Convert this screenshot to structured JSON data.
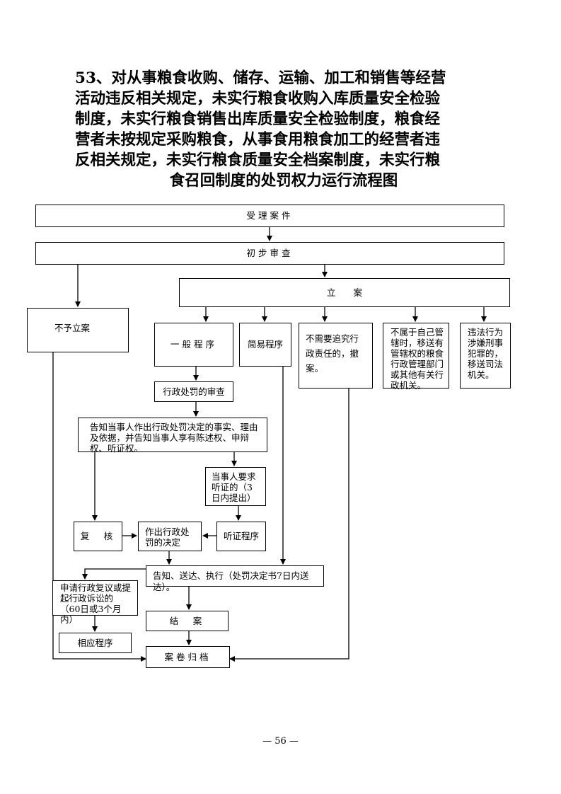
{
  "title": {
    "line1": "53、对从事粮食收购、储存、运输、加工和销售等经营",
    "line2": "活动违反相关规定，未实行粮食收购入库质量安全检验",
    "line3": "制度，未实行粮食销售出库质量安全检验制度，粮食经",
    "line4": "营者未按规定采购粮食，从事食用粮食加工的经营者违",
    "line5": "反相关规定，未实行粮食质量安全档案制度，未实行粮",
    "line6": "食召回制度的处罚权力运行流程图"
  },
  "nodes": {
    "accept_case": "受理案件",
    "preliminary_review": "初步审查",
    "file_case": "立　　案",
    "no_file_case": "不予立案",
    "general_procedure": "一般程序",
    "simple_procedure": "简易程序",
    "withdraw_case": "不需要追究行政责任的，撤案。",
    "transfer_admin": "不属于自己管辖时，移送有管辖权的粮食行政管理部门或其他有关行政机关。",
    "transfer_judicial": "违法行为涉嫌刑事犯罪的，移送司法机关。",
    "penalty_review": "行政处罚的审查",
    "notify_party": "告知当事人作出行政处罚决定的事实、理由及依据，并告知当事人享有陈述权、申辩权、听证权。",
    "hearing_request": "当事人要求听证的（3日内提出）",
    "re_examine": "复　核",
    "make_decision": "作出行政处罚的决定",
    "hearing_procedure": "听证程序",
    "notify_deliver_execute": "告知、送达、执行（处罚决定书7日内送达）。",
    "apply_reconsideration": "申请行政复议或提起行政诉讼的（60日或3个月内）",
    "close_case": "结　案",
    "corresponding_procedure": "相应程序",
    "archive": "案卷归档"
  },
  "page_number": "— 56 —"
}
